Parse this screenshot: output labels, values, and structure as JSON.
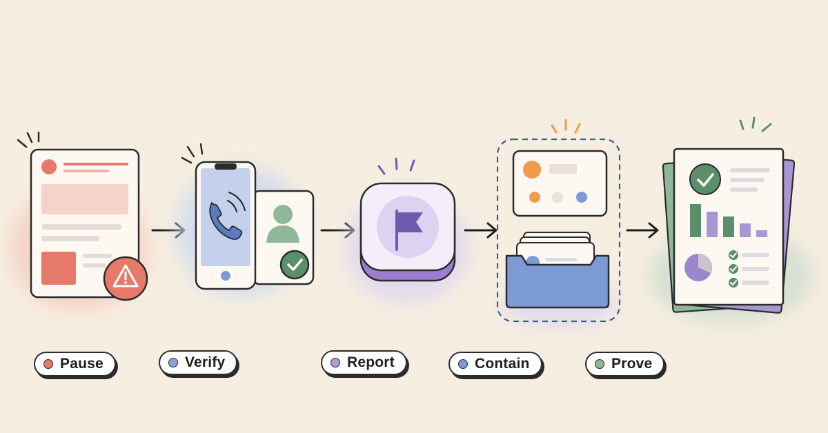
{
  "steps": [
    {
      "label": "Pause",
      "dot_color": "#e57a6b",
      "icon": "warning-document-icon"
    },
    {
      "label": "Verify",
      "dot_color": "#8aa3d9",
      "icon": "phone-call-contact-verified-icon"
    },
    {
      "label": "Report",
      "dot_color": "#b09ad8",
      "icon": "flag-button-icon"
    },
    {
      "label": "Contain",
      "dot_color": "#7c9ad6",
      "icon": "quarantine-tray-icon"
    },
    {
      "label": "Prove",
      "dot_color": "#8fb89a",
      "icon": "report-documents-icon"
    }
  ],
  "colors": {
    "background": "#f6efe1",
    "outline": "#2b2b2b",
    "red": "#e57a6b",
    "blue": "#7c9ad6",
    "purple": "#6f5aae",
    "green": "#5a8f6a",
    "orange": "#f19b4a"
  }
}
